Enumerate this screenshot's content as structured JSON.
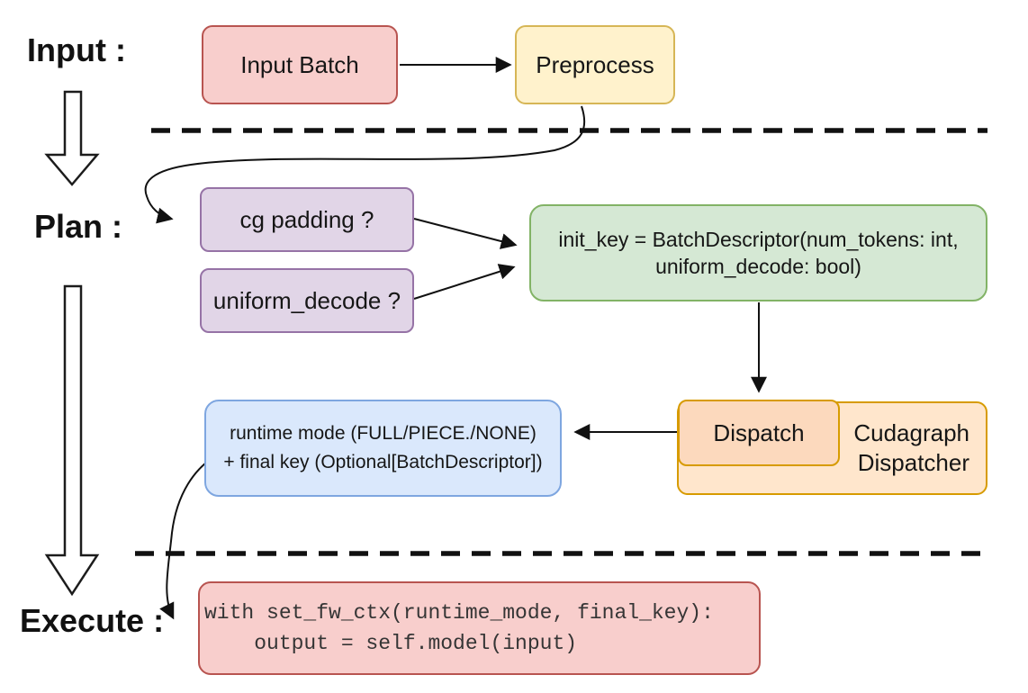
{
  "labels": {
    "input": "Input :",
    "plan": "Plan :",
    "execute": "Execute :"
  },
  "nodes": {
    "input_batch": {
      "label": "Input Batch"
    },
    "preprocess": {
      "label": "Preprocess"
    },
    "cg_padding": {
      "label": "cg padding ?"
    },
    "uniform_decode": {
      "label": "uniform_decode ?"
    },
    "init_key": {
      "lines": [
        "init_key = BatchDescriptor(num_tokens: int,",
        "uniform_decode: bool)"
      ]
    },
    "runtime_result": {
      "lines": [
        "runtime mode (FULL/PIECE./NONE)",
        "+ final key (Optional[BatchDescriptor])"
      ]
    },
    "dispatch": {
      "label": "Dispatch"
    },
    "cudagraph_dispatcher": {
      "lines": [
        "Cudagraph",
        "Dispatcher"
      ]
    },
    "execute_code": {
      "lines": [
        "with set_fw_ctx(runtime_mode, final_key):",
        "    output = self.model(input)"
      ]
    }
  },
  "colors": {
    "red-fill": "#f8cecc",
    "red-stroke": "#b85450",
    "yellow-fill": "#fff2cc",
    "yellow-stroke": "#d6b656",
    "purple-fill": "#e1d5e7",
    "purple-stroke": "#9673a6",
    "green-fill": "#d5e8d4",
    "green-stroke": "#82b366",
    "blue-fill": "#dae8fc",
    "blue-stroke": "#7ea6e0",
    "orange-fill": "#ffe6cc",
    "orange-stroke": "#d79b00",
    "orange-inner-fill": "#fcd9bd",
    "code-ink": "#353535"
  }
}
